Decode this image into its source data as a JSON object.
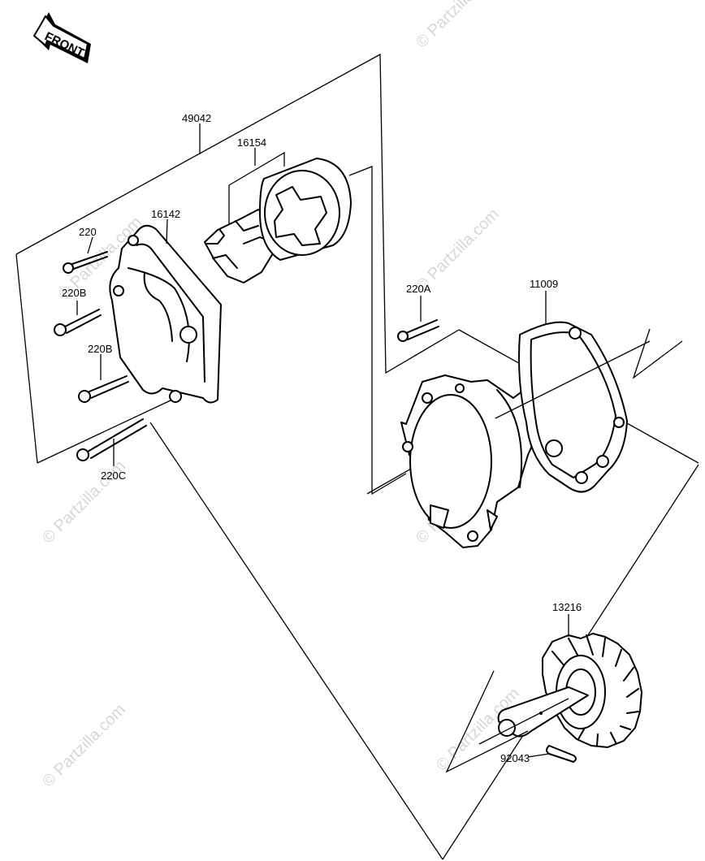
{
  "front_badge": "FRONT",
  "watermark": "© Partzilla.com",
  "parts": {
    "p49042": "49042",
    "p16154": "16154",
    "p16142": "16142",
    "p220_top": "220",
    "p220B_1": "220B",
    "p220B_2": "220B",
    "p220C": "220C",
    "p220A": "220A",
    "p11009": "11009",
    "p13216": "13216",
    "p92043": "92043"
  }
}
